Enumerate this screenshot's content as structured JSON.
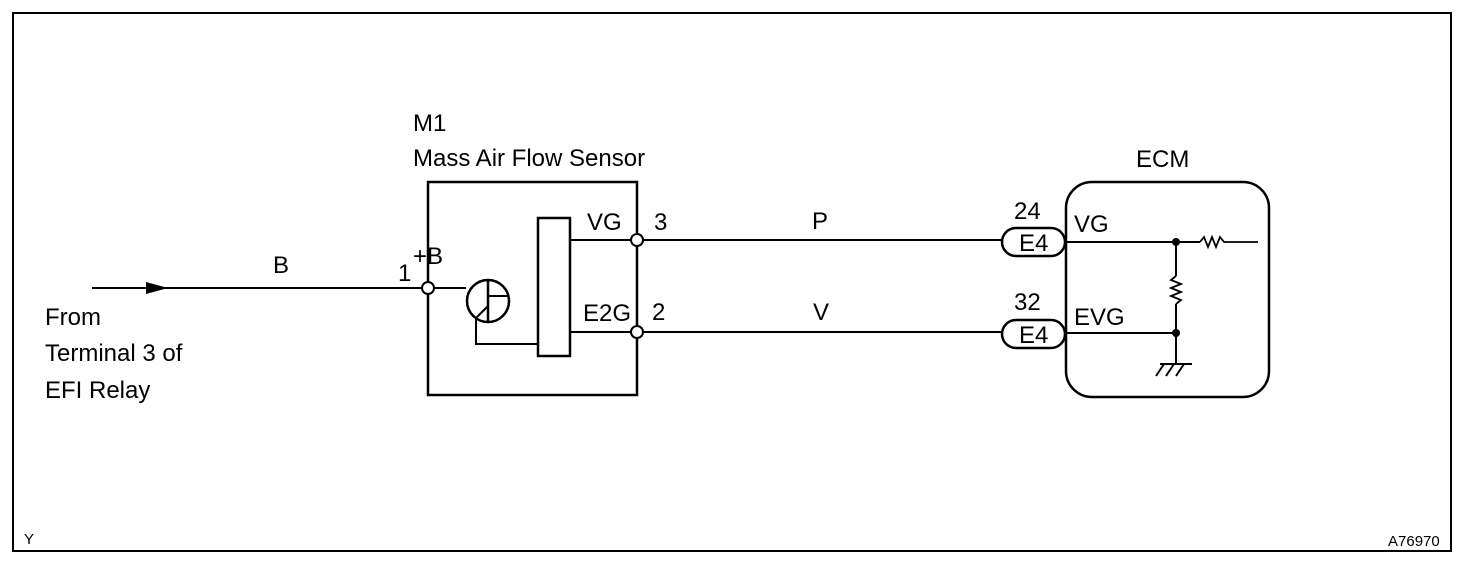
{
  "sensor": {
    "code": "M1",
    "name": "Mass Air Flow Sensor",
    "supply_label": "+B",
    "pin_in": "1",
    "pin_vg": "3",
    "pin_e2g": "2",
    "term_vg": "VG",
    "term_e2g": "E2G"
  },
  "source": {
    "wire_color": "B",
    "line1": "From",
    "line2": "Terminal 3 of",
    "line3": "EFI Relay"
  },
  "wires": {
    "vg_color": "P",
    "e2g_color": "V"
  },
  "ecm": {
    "title": "ECM",
    "pin_vg": "24",
    "pin_evg": "32",
    "connector_vg": "E4",
    "connector_evg": "E4",
    "term_vg": "VG",
    "term_evg": "EVG"
  },
  "footer": {
    "corner_left": "Y",
    "figure_id": "A76970"
  }
}
